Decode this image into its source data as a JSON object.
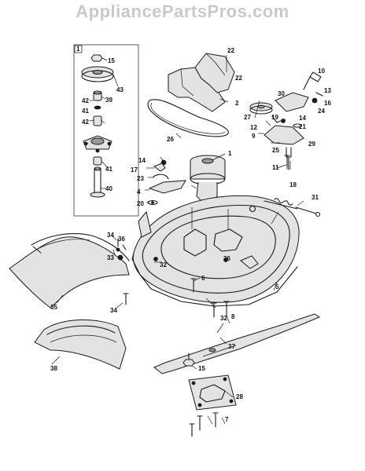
{
  "watermark": "AppliancePartsPros.com",
  "inset_box_label": "1",
  "callouts": {
    "c1": "1",
    "c2": "2",
    "c4": "4",
    "c5": "5",
    "c6": "6",
    "c7": "7",
    "c8": "8",
    "c9": "9",
    "c10": "10",
    "c11": "11",
    "c12": "12",
    "c13": "13",
    "c14a": "14",
    "c14b": "14",
    "c15a": "15",
    "c15b": "15",
    "c16": "16",
    "c17": "17",
    "c18": "18",
    "c19": "19",
    "c20": "20",
    "c21": "21",
    "c22": "22",
    "c23": "23",
    "c24": "24",
    "c25": "25",
    "c26": "26",
    "c27": "27",
    "c28": "28",
    "c29": "29",
    "c30": "30",
    "c31": "31",
    "c32a": "32",
    "c32b": "32",
    "c33": "33",
    "c34a": "34",
    "c34b": "34",
    "c35": "35",
    "c36a": "36",
    "c36b": "36",
    "c37": "37",
    "c38": "38",
    "c39": "39",
    "c40": "40",
    "c41a": "41",
    "c41b": "41",
    "c42a": "42",
    "c42b": "42",
    "c43": "43"
  }
}
